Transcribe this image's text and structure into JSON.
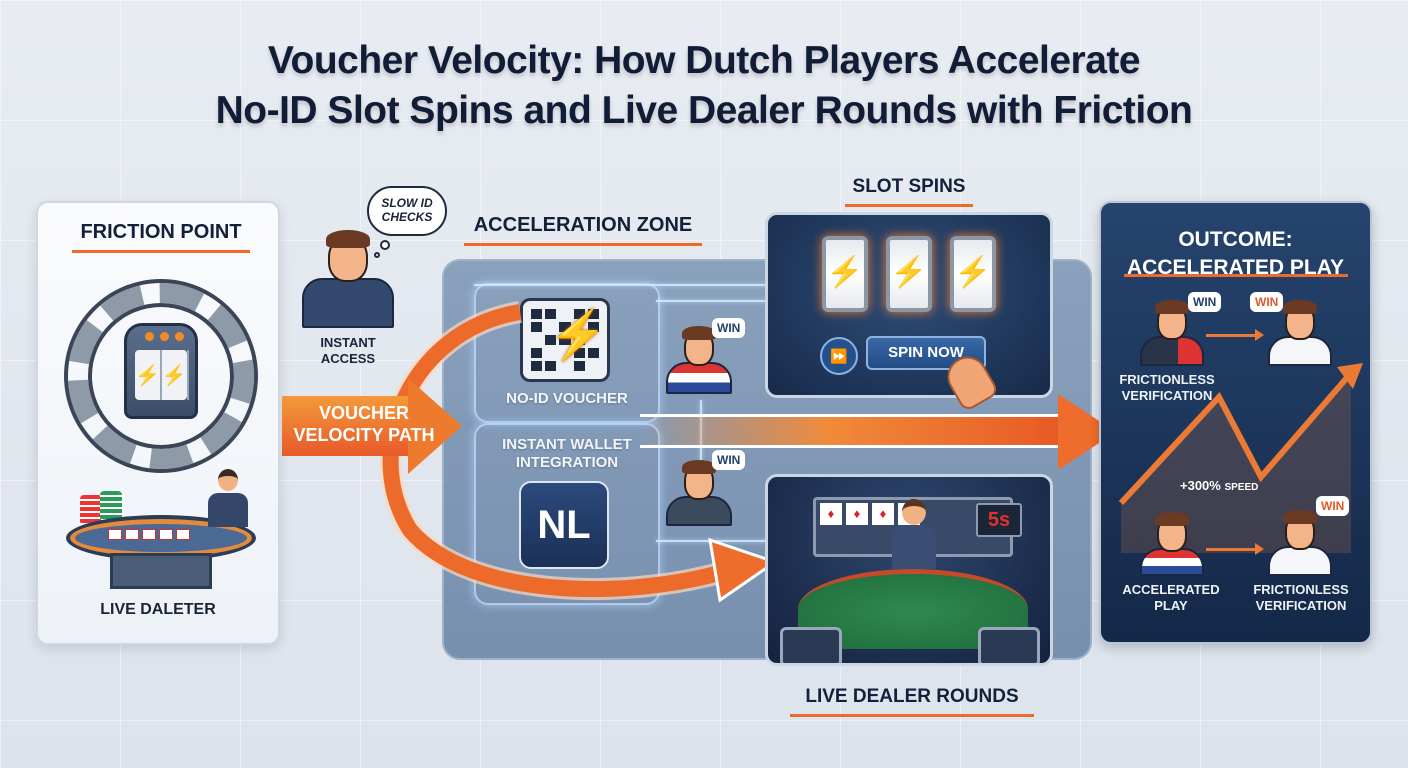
{
  "title": {
    "line1": "Voucher Velocity: How Dutch Players Accelerate",
    "line2": "No-ID Slot Spins and Live Dealer Rounds with Friction"
  },
  "friction_panel": {
    "heading": "FRICTION POINT",
    "icons": [
      "chained-slot-machine-icon",
      "live-dealer-table-icon"
    ],
    "caption": "LIVE DALETER"
  },
  "player": {
    "thought": "SLOW ID CHECKS",
    "label_line1": "INSTANT",
    "label_line2": "ACCESS"
  },
  "velocity_arrow": {
    "line1": "VOUCHER",
    "line2": "VELOCITY PATH"
  },
  "acceleration_zone": {
    "heading": "ACCELERATION ZONE",
    "voucher_label": "NO-ID VOUCHER",
    "wallet_label_line1": "INSTANT WALLET",
    "wallet_label_line2": "INTEGRATION",
    "wallet_logo": "NL",
    "win_badges": [
      "WIN",
      "WIN"
    ]
  },
  "slot_spins": {
    "heading": "SLOT SPINS",
    "reel_symbol": "⚡",
    "fast_forward_icon": "⏩",
    "spin_button": "SPIN NOW"
  },
  "live_dealer": {
    "heading": "LIVE DEALER ROUNDS",
    "timer": "5s",
    "card_suit": "♦"
  },
  "outcome": {
    "title_line1": "OUTCOME:",
    "title_line2": "ACCELERATED PLAY",
    "top_left_win": "WIN",
    "top_right_win": "WIN",
    "top_left_label_line1": "FRICTIONLESS",
    "top_left_label_line2": "VERIFICATION",
    "speed_value": "+300%",
    "speed_unit": "SPEED",
    "bottom_right_win": "WIN",
    "bottom_left_label_line1": "ACCELERATED",
    "bottom_left_label_line2": "PLAY",
    "bottom_right_label_line1": "FRICTIONLESS",
    "bottom_right_label_line2": "VERIFICATION"
  },
  "colors": {
    "accent_orange": "#ec6a2a",
    "navy": "#13203a",
    "zone_blue": "#8aa1bd",
    "panel_dark": "#1b3057"
  }
}
